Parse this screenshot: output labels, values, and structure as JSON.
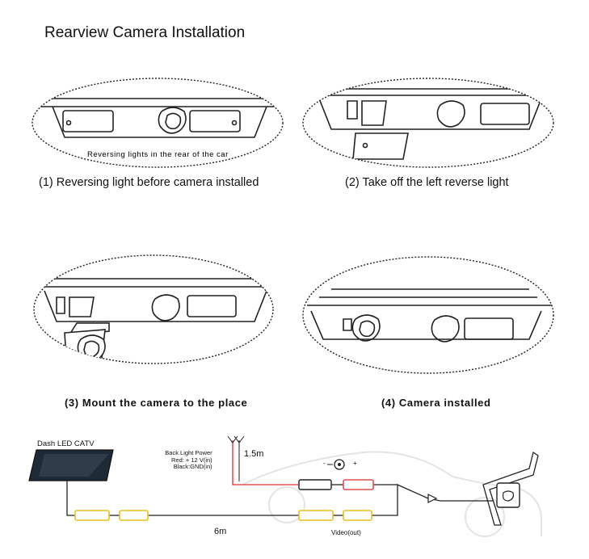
{
  "title": "Rearview Camera Installation",
  "steps": [
    {
      "caption": "(1) Reversing light before camera installed",
      "note": "Reversing lights in the rear of the car"
    },
    {
      "caption": "(2) Take off the left reverse light"
    },
    {
      "caption": "(3) Mount the camera to the place"
    },
    {
      "caption": "(4) Camera installed"
    }
  ],
  "wiring": {
    "monitor_label": "Dash LED CATV",
    "power_label_line1": "Back Light Power",
    "power_label_line2": "Red: + 12 V(in)",
    "power_label_line3": "Black:GND(in)",
    "cable_short": "1.5m",
    "cable_long": "6m",
    "video_label": "Video(out)",
    "dc_minus": "-",
    "dc_plus": "+"
  },
  "colors": {
    "wire": "#222222",
    "power_wire": "#e03030",
    "connector_yellow": "#e8c020",
    "connector_red": "#e05050"
  }
}
